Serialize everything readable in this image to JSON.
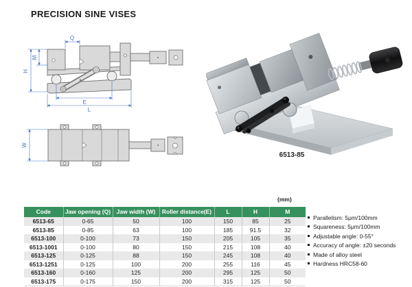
{
  "title": "PRECISION SINE VISES",
  "product": {
    "code_label": "6513-85"
  },
  "drawings": {
    "dim_labels": {
      "q": "Q",
      "m": "M",
      "h": "H",
      "e": "E",
      "l": "L",
      "w": "W"
    }
  },
  "table": {
    "unit_label": "(mm)",
    "columns": [
      "Code",
      "Jaw opening (Q)",
      "Jaw width (W)",
      "Roller distance(E)",
      "L",
      "H",
      "M"
    ],
    "rows": [
      [
        "6513-65",
        "0-65",
        "50",
        "100",
        "150",
        "85",
        "25"
      ],
      [
        "6513-85",
        "0-85",
        "63",
        "100",
        "185",
        "91.5",
        "32"
      ],
      [
        "6513-100",
        "0-100",
        "73",
        "150",
        "205",
        "105",
        "35"
      ],
      [
        "6513-1001",
        "0-100",
        "80",
        "150",
        "215",
        "108",
        "40"
      ],
      [
        "6513-125",
        "0-125",
        "88",
        "150",
        "245",
        "108",
        "40"
      ],
      [
        "6513-1251",
        "0-125",
        "100",
        "200",
        "255",
        "116",
        "45"
      ],
      [
        "6513-160",
        "0-160",
        "125",
        "200",
        "295",
        "125",
        "50"
      ],
      [
        "6513-175",
        "0-175",
        "150",
        "200",
        "315",
        "125",
        "50"
      ]
    ]
  },
  "features": [
    "Parallelism: 5μm/100mm",
    "Squareness: 5μm/100mm",
    "Adjustable angle: 0-55°",
    "Accuracy of angle: ±20 seconds",
    "Made of alloy steel",
    "Hardness HRC58-60"
  ],
  "colors": {
    "header_green": "#37915E",
    "row_alt_gray": "#E9E9E9",
    "dimension_blue": "#4472C4",
    "drawing_fill": "#D9D9D9",
    "drawing_stroke": "#6E6E6E"
  }
}
